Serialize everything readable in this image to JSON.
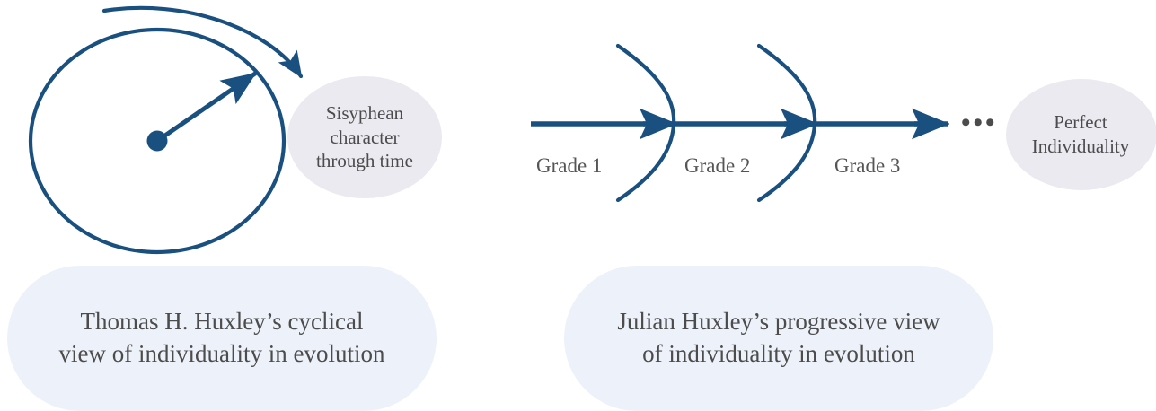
{
  "figure": {
    "background_color": "#ffffff",
    "accent_color": "#1a5080",
    "text_color": "#4c4c4c",
    "blob_fill": "#eaeaf0",
    "caption_fill": "#edf2fa"
  },
  "panels": [
    {
      "id": "left",
      "caption": "Thomas H. Huxley’s cyclical view of individuality in evolution",
      "caption_lines": [
        "Thomas H. Huxley’s cyclical",
        "view of individuality in evolution"
      ],
      "outcome_label": "Sisyphean character through time",
      "outcome_lines": [
        "Sisyphean",
        "character",
        "through time"
      ],
      "diagram_type": "cycle"
    },
    {
      "id": "right",
      "caption": "Julian Huxley’s progressive view of individuality in evolution",
      "caption_lines": [
        "Julian Huxley’s progressive view",
        "of individuality in evolution"
      ],
      "outcome_label": "Perfect Individuality",
      "outcome_lines": [
        "Perfect",
        "Individuality"
      ],
      "diagram_type": "progression",
      "stages": [
        "Grade 1",
        "Grade 2",
        "Grade 3"
      ],
      "continuation_mark": "•••"
    }
  ]
}
